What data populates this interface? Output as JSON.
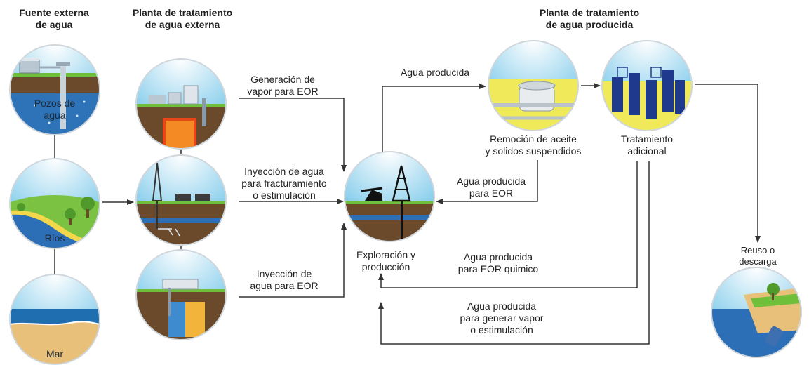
{
  "headers": {
    "source": [
      "Fuente externa",
      "de agua"
    ],
    "ext_plant": [
      "Planta de tratamiento",
      "de agua externa"
    ],
    "prod_plant": [
      "Planta de tratamiento",
      "de agua producida"
    ]
  },
  "sources": {
    "wells": "Pozos de agua",
    "rivers": "Ríos",
    "sea": "Mar"
  },
  "uses": {
    "steam": [
      "Generación de",
      "vapor para EOR"
    ],
    "fracturing": [
      "Inyección de agua",
      "para fracturamiento",
      "o estimulación"
    ],
    "injection": [
      "Inyección de",
      "agua para EOR"
    ]
  },
  "center": [
    "Exploración y",
    "producción"
  ],
  "flows": {
    "produced_water": "Agua producida",
    "produced_eor": [
      "Agua producida",
      "para EOR"
    ],
    "produced_chem_eor": [
      "Agua producida",
      "para EOR quimico"
    ],
    "produced_steam": [
      "Agua producida",
      "para generar vapor",
      "o estimulación"
    ]
  },
  "treatment": {
    "oil_removal": [
      "Remoción de aceite",
      "y solidos suspendidos"
    ],
    "additional": [
      "Tratamiento",
      "adicional"
    ]
  },
  "reuse": [
    "Reuso o",
    "descarga"
  ],
  "colors": {
    "sky": "#8fd3ef",
    "grass": "#6fbf3a",
    "soil": "#6b4a2b",
    "water": "#2d6fb6",
    "sand": "#e8c07a",
    "steam_hot": "#e8471c",
    "tank_blue": "#1f3a8c",
    "arrow": "#333333"
  }
}
